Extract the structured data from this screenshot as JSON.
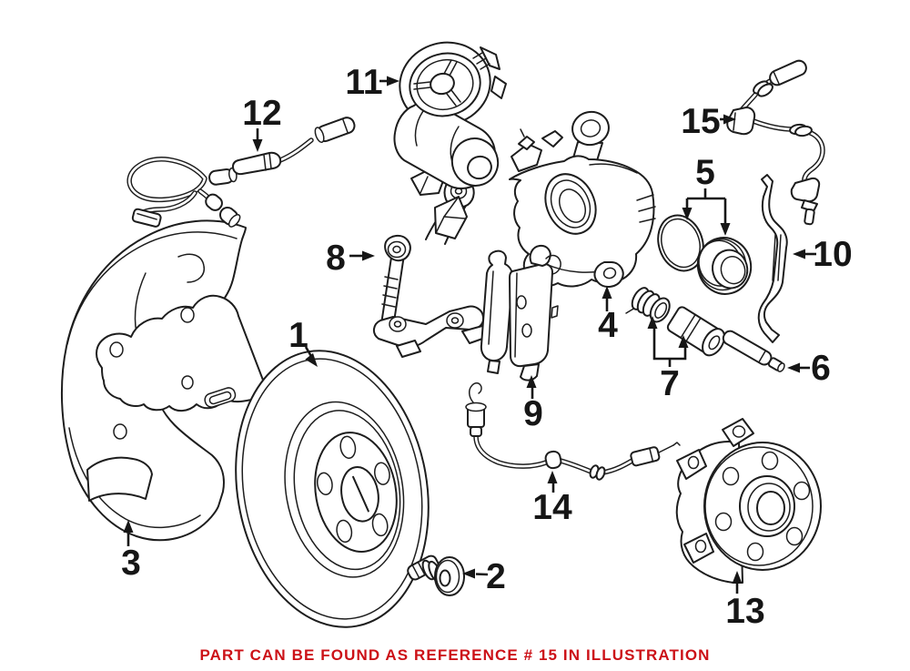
{
  "illustration": {
    "background": "#ffffff",
    "line_color": "#1d1d1d",
    "callouts": [
      {
        "ref": "1"
      },
      {
        "ref": "2"
      },
      {
        "ref": "3"
      },
      {
        "ref": "4"
      },
      {
        "ref": "5"
      },
      {
        "ref": "6"
      },
      {
        "ref": "7"
      },
      {
        "ref": "8"
      },
      {
        "ref": "9"
      },
      {
        "ref": "10"
      },
      {
        "ref": "11"
      },
      {
        "ref": "12"
      },
      {
        "ref": "13"
      },
      {
        "ref": "14"
      },
      {
        "ref": "15"
      }
    ],
    "caption": {
      "text": "PART CAN BE FOUND AS REFERENCE # 15 IN ILLUSTRATION",
      "color": "#cc1117",
      "referenced_part": "15"
    }
  }
}
